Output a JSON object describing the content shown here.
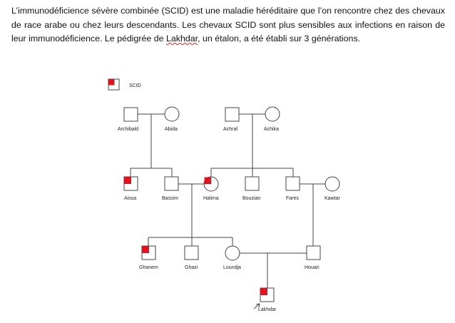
{
  "paragraph": {
    "part1": "L’immunodéficience sévère combinée (SCID) est une maladie héréditaire que l’on rencontre chez des chevaux de race arabe ou chez leurs descendants. Les chevaux SCID sont plus sensibles aux infections en raison de leur immunodéficience. Le pédigrée de ",
    "name": "Lakhdar",
    "part2": ", un étalon, a été établi sur 3 générations."
  },
  "legend": {
    "label": "SCID"
  },
  "pedigree": {
    "affected_color": "#e8101a",
    "individuals": {
      "archibald": "Archibald",
      "abida": "Abida",
      "achraf": "Achraf",
      "achika": "Achika",
      "aissa": "Aissa",
      "bassim": "Bassim",
      "halima": "Halima",
      "bouzian": "Bouzian",
      "fares": "Fares",
      "kawtar": "Kawtar",
      "ghanem": "Ghanem",
      "ghazi": "Ghazi",
      "loundja": "Loundja",
      "houari": "Houari",
      "lakhdar": "Lakhdar"
    }
  }
}
